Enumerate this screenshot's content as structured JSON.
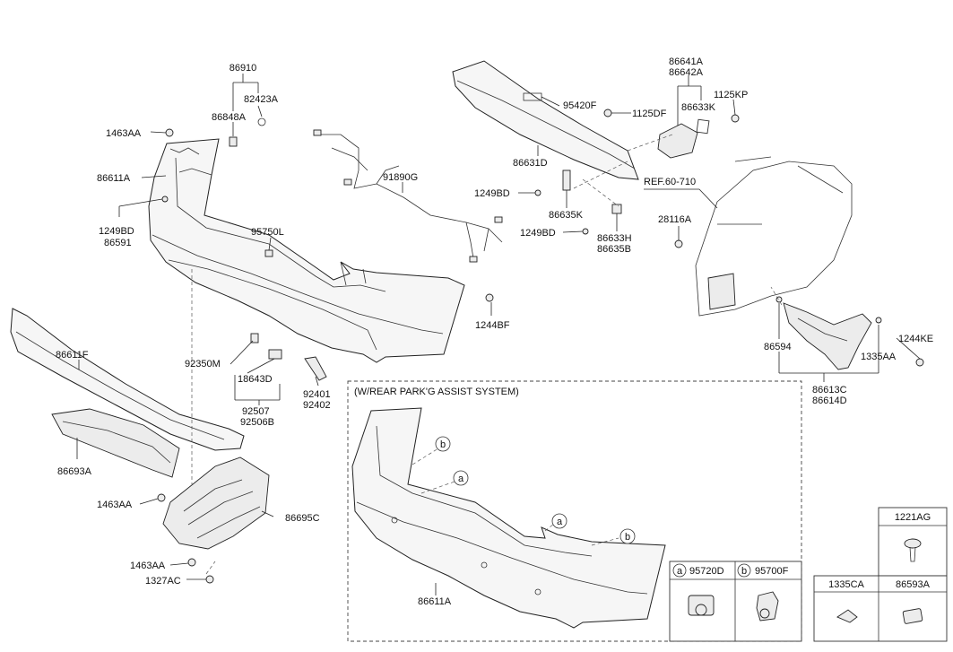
{
  "labels": {
    "p86910": "86910",
    "p82423A": "82423A",
    "p86848A": "86848A",
    "p1463AA_top": "1463AA",
    "p86611A_top": "86611A",
    "p1249BD_left": "1249BD",
    "p86591": "86591",
    "p95750L": "95750L",
    "p91890G": "91890G",
    "p95420F": "95420F",
    "p1125DF": "1125DF",
    "p86631D": "86631D",
    "p86641A": "86641A",
    "p86642A": "86642A",
    "p86633K": "86633K",
    "p1125KP": "1125KP",
    "p1249BD_mid1": "1249BD",
    "p86635K": "86635K",
    "p1249BD_mid2": "1249BD",
    "p86633H": "86633H",
    "p86635B": "86635B",
    "ref": "REF.60-710",
    "p28116A": "28116A",
    "p1244BF": "1244BF",
    "p86611F": "86611F",
    "p92350M": "92350M",
    "p18643D": "18643D",
    "p92507": "92507",
    "p92506B": "92506B",
    "p92401": "92401",
    "p92402": "92402",
    "p86594": "86594",
    "p1244KE": "1244KE",
    "p1335AA": "1335AA",
    "p86613C": "86613C",
    "p86614D": "86614D",
    "p86693A": "86693A",
    "p1463AA_mid": "1463AA",
    "p86695C": "86695C",
    "p1463AA_bot": "1463AA",
    "p1327AC": "1327AC",
    "inset_title": "(W/REAR PARK'G ASSIST SYSTEM)",
    "callout_a": "a",
    "callout_b": "b",
    "p86611A_inset": "86611A",
    "legend_a_code": "95720D",
    "legend_b_code": "95700F",
    "legend_1221AG": "1221AG",
    "legend_1335CA": "1335CA",
    "legend_86593A": "86593A"
  }
}
